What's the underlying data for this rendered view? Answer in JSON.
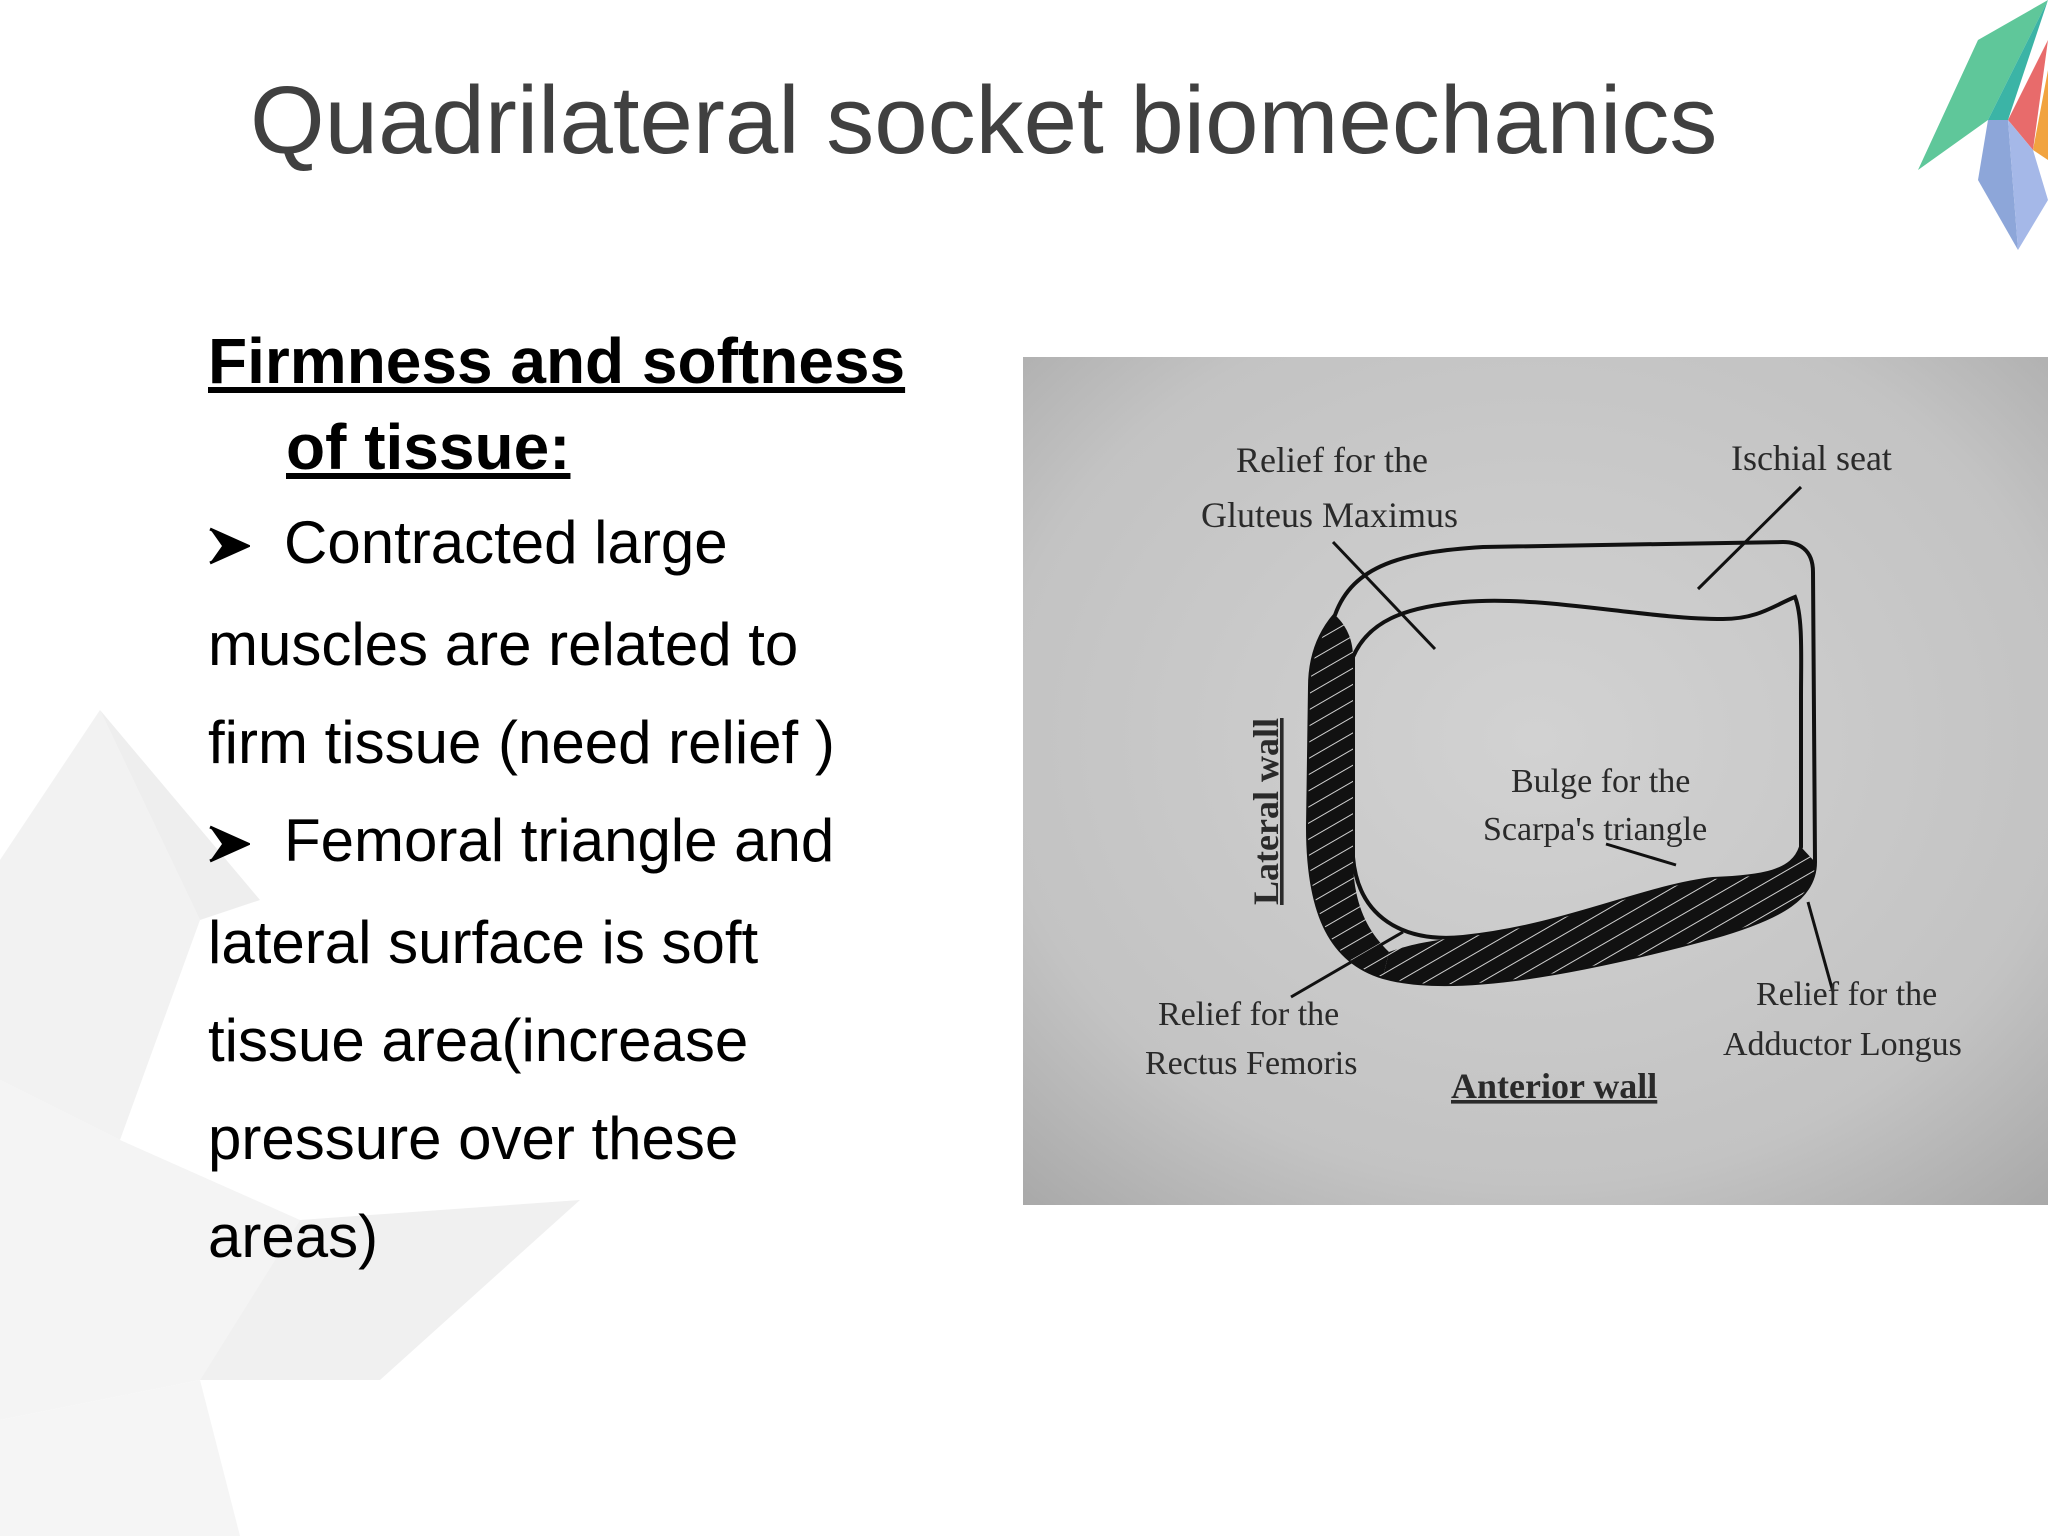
{
  "slide": {
    "title": "Quadrilateral socket biomechanics"
  },
  "content": {
    "subheading_line1": "Firmness and softness",
    "subheading_line2": "of tissue:",
    "bullet1_first": "Contracted large",
    "bullet1_rest": [
      "muscles are related to",
      "firm tissue (need relief )"
    ],
    "bullet2_first": "Femoral triangle and",
    "bullet2_rest": [
      "lateral surface is soft",
      "tissue area(increase",
      "pressure over these",
      "areas)"
    ]
  },
  "diagram": {
    "labels": {
      "gluteus_line1": "Relief for the",
      "gluteus_line2": "Gluteus Maximus",
      "ischial": "Ischial seat",
      "lateral_wall": "Lateral wall",
      "scarpa_line1": "Bulge for the",
      "scarpa_line2": "Scarpa's triangle",
      "rectus_line1": "Relief for the",
      "rectus_line2": "Rectus Femoris",
      "anterior_wall": "Anterior wall",
      "adductor_line1": "Relief for the",
      "adductor_line2": "Adductor Longus"
    }
  },
  "colors": {
    "title": "#404040",
    "text": "#000000",
    "photo_background": "#c4c4c4"
  },
  "icons": {
    "bullet": "arrowhead-bullet-icon"
  }
}
